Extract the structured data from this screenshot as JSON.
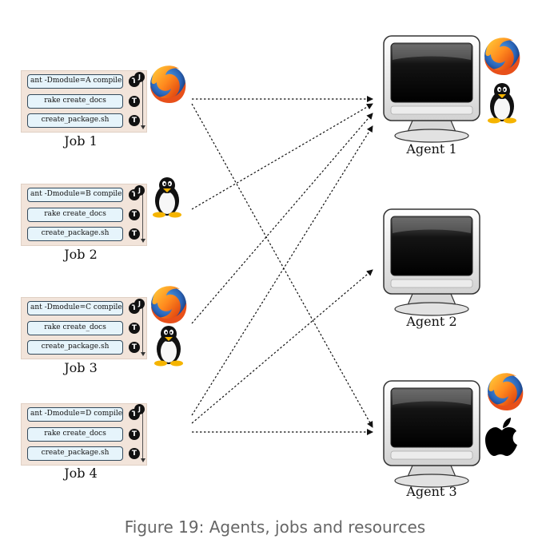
{
  "caption": "Figure 19: Agents, jobs and resources",
  "badges": {
    "task": "T",
    "job": "J"
  },
  "jobs": [
    {
      "name": "Job 1",
      "tasks": [
        "ant -Dmodule=A compile",
        "rake create_docs",
        "create_package.sh"
      ],
      "resources": [
        "firefox-icon"
      ]
    },
    {
      "name": "Job 2",
      "tasks": [
        "ant -Dmodule=B compile",
        "rake create_docs",
        "create_package.sh"
      ],
      "resources": [
        "linux-tux-icon"
      ]
    },
    {
      "name": "Job 3",
      "tasks": [
        "ant -Dmodule=C compile",
        "rake create_docs",
        "create_package.sh"
      ],
      "resources": [
        "firefox-icon",
        "linux-tux-icon"
      ]
    },
    {
      "name": "Job 4",
      "tasks": [
        "ant -Dmodule=D compile",
        "rake create_docs",
        "create_package.sh"
      ],
      "resources": []
    }
  ],
  "agents": [
    {
      "name": "Agent 1",
      "resources": [
        "firefox-icon",
        "linux-tux-icon"
      ]
    },
    {
      "name": "Agent 2",
      "resources": []
    },
    {
      "name": "Agent 3",
      "resources": [
        "firefox-icon",
        "apple-icon"
      ]
    }
  ],
  "assignments": [
    {
      "job": "Job 1",
      "agent": "Agent 1"
    },
    {
      "job": "Job 1",
      "agent": "Agent 3"
    },
    {
      "job": "Job 2",
      "agent": "Agent 1"
    },
    {
      "job": "Job 3",
      "agent": "Agent 1"
    },
    {
      "job": "Job 4",
      "agent": "Agent 1"
    },
    {
      "job": "Job 4",
      "agent": "Agent 2"
    },
    {
      "job": "Job 4",
      "agent": "Agent 3"
    }
  ]
}
